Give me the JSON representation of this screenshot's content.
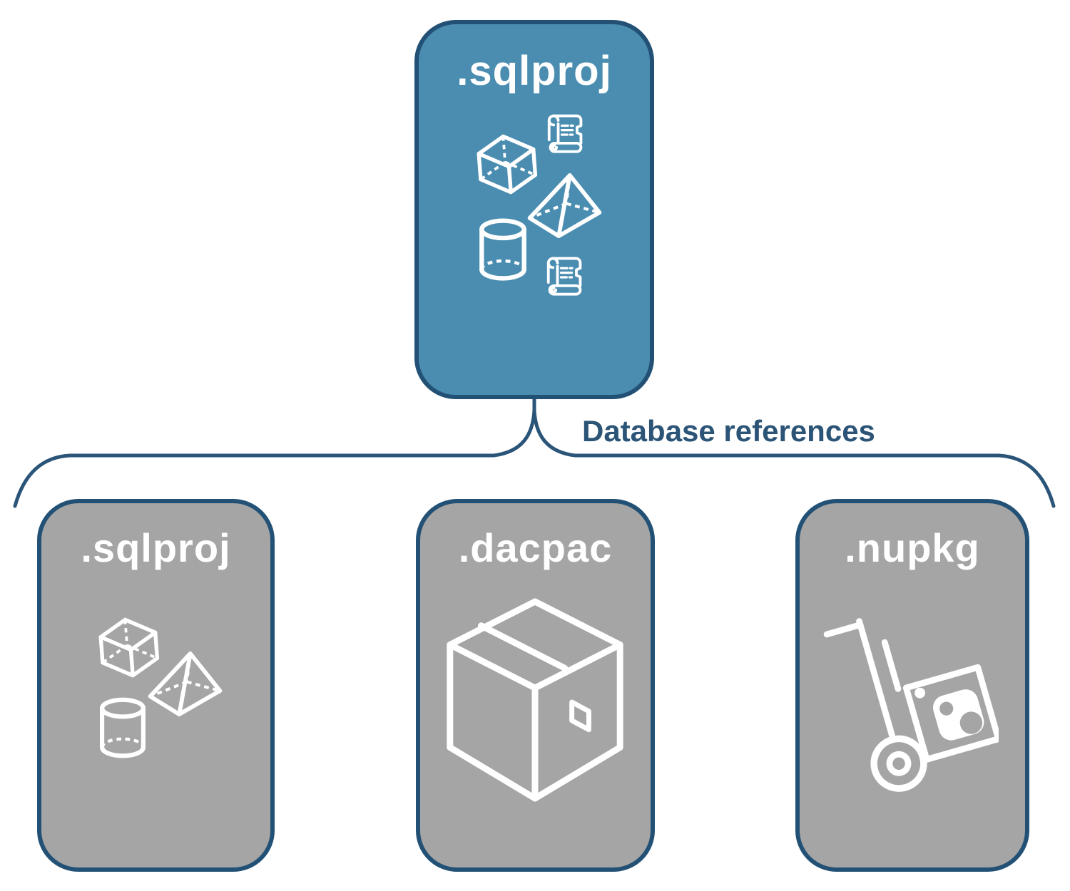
{
  "diagram": {
    "root": {
      "title": ".sqlproj",
      "icons": [
        "cube-icon",
        "scroll-icon",
        "pyramid-icon",
        "cylinder-icon",
        "scroll-icon"
      ]
    },
    "edge_label": "Database references",
    "children": [
      {
        "title": ".sqlproj",
        "icons": [
          "cube-icon",
          "pyramid-icon",
          "cylinder-icon"
        ]
      },
      {
        "title": ".dacpac",
        "icons": [
          "package-box-icon"
        ]
      },
      {
        "title": ".nupkg",
        "icons": [
          "hand-truck-nuget-package-icon"
        ]
      }
    ],
    "colors": {
      "root_fill": "#4a8db0",
      "child_fill": "#a5a5a5",
      "border": "#235175",
      "label_text": "#2b5477",
      "icon": "#ffffff"
    }
  }
}
